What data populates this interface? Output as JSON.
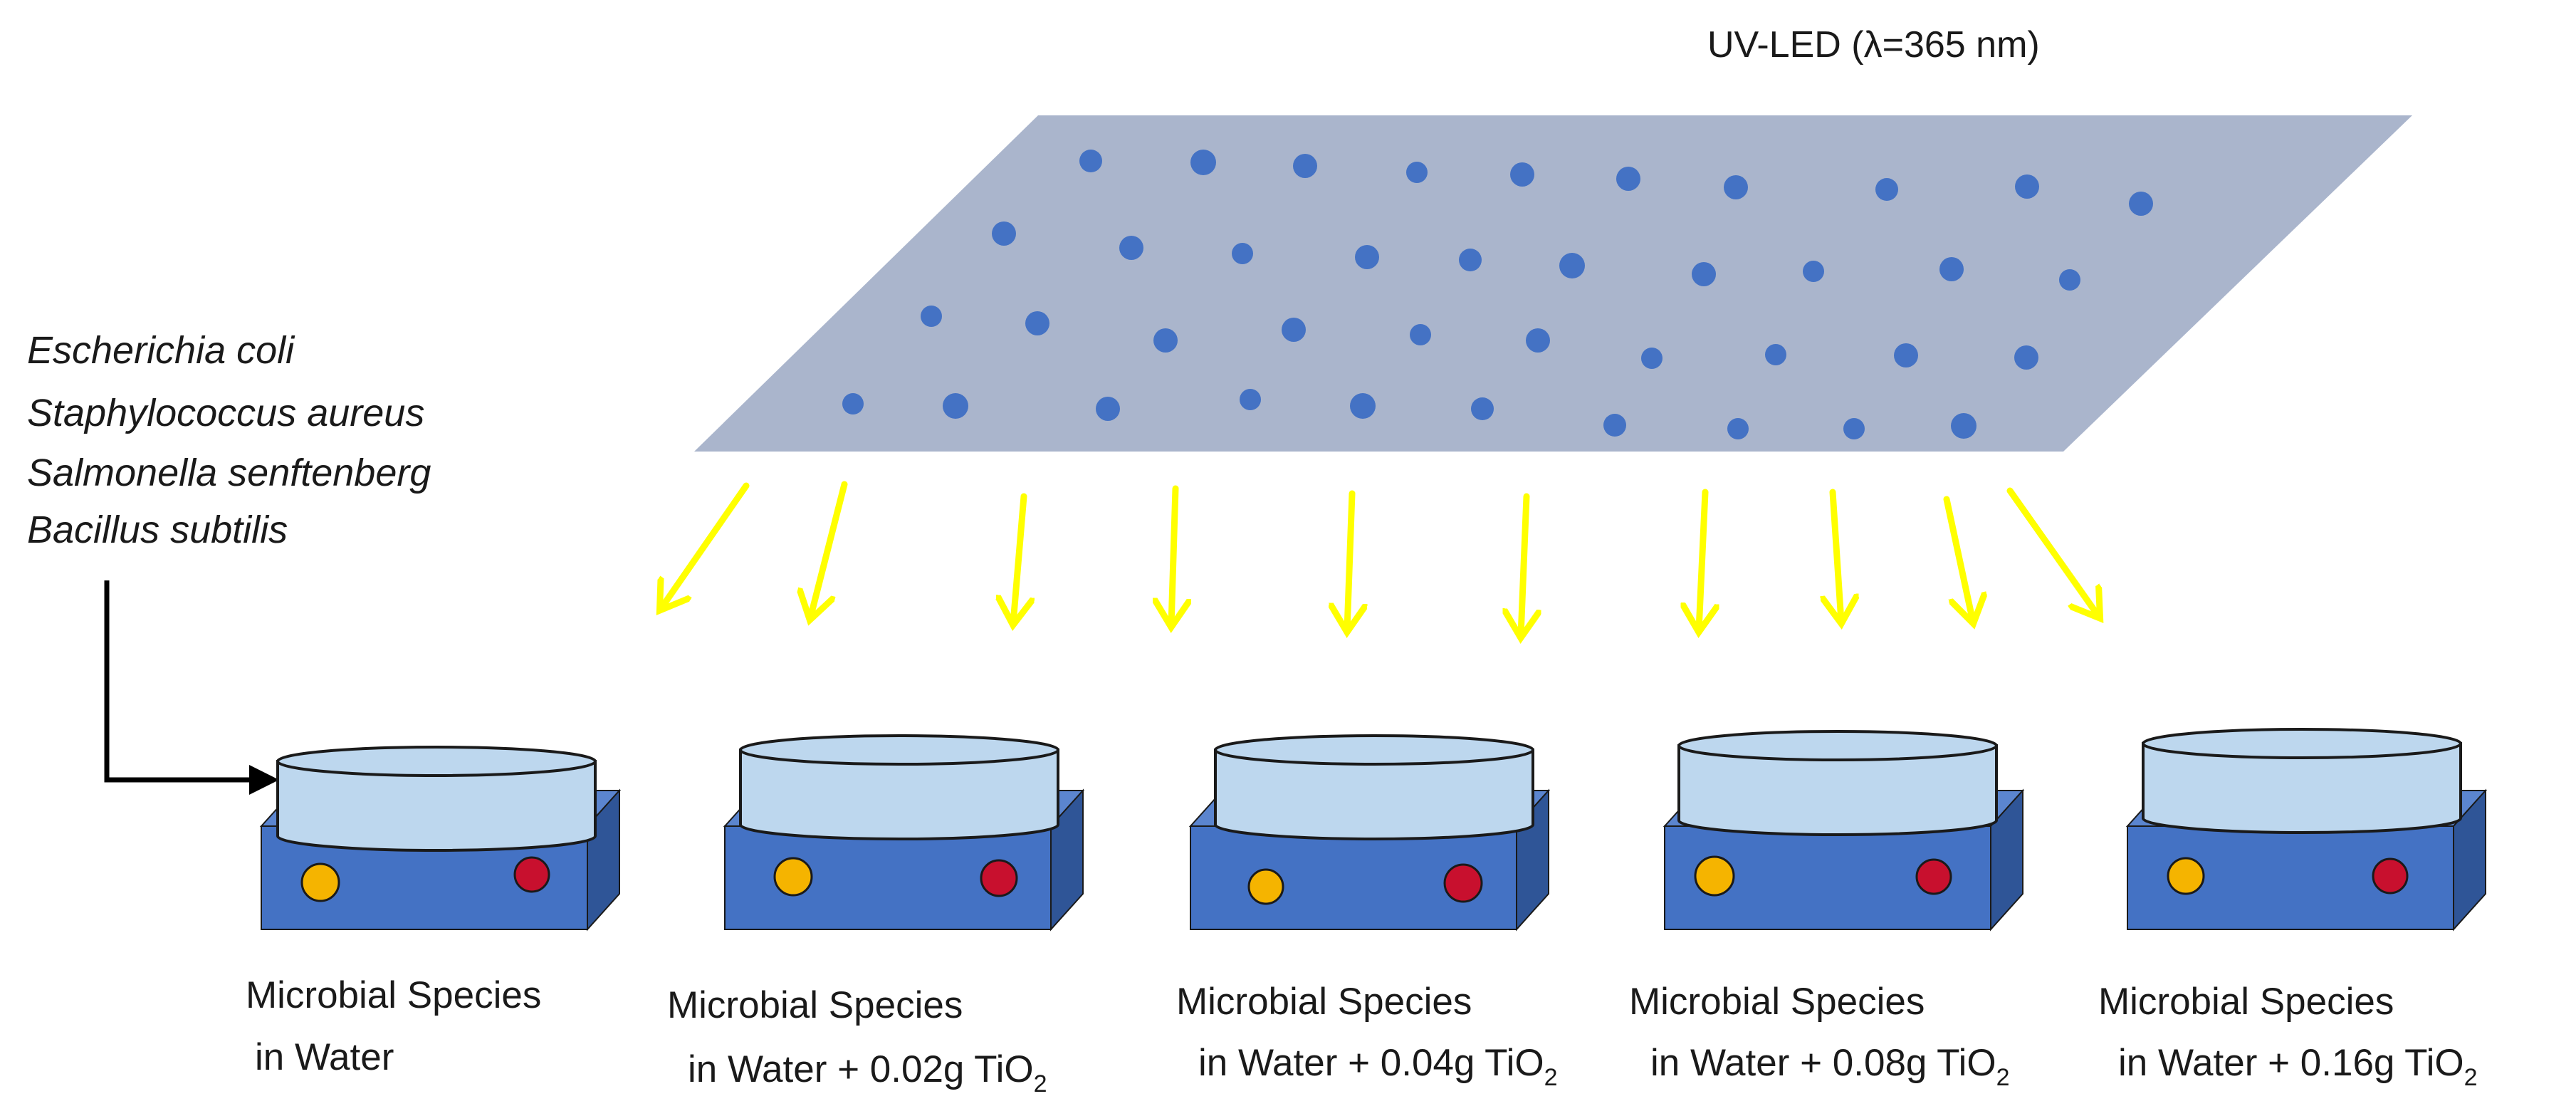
{
  "light_source": {
    "label": "UV-LED  (λ=365 nm)"
  },
  "species_list": [
    "Escherichia coli",
    "Staphylococcus aureus",
    "Salmonella senftenberg",
    "Bacillus subtilis"
  ],
  "stations": [
    {
      "line1": "Microbial Species",
      "line2_main": "in Water",
      "line2_sub": "",
      "knob_left": "#f5b400",
      "knob_right": "#c8102e"
    },
    {
      "line1": "Microbial Species",
      "line2_main": "in  Water + 0.02g TiO",
      "line2_sub": "2",
      "knob_left": "#f5b400",
      "knob_right": "#c8102e"
    },
    {
      "line1": "Microbial Species",
      "line2_main": "in  Water + 0.04g TiO",
      "line2_sub": "2",
      "knob_left": "#f5b400",
      "knob_right": "#c8102e"
    },
    {
      "line1": "Microbial Species",
      "line2_main": "in  Water + 0.08g TiO",
      "line2_sub": "2",
      "knob_left": "#f5b400",
      "knob_right": "#c8102e"
    },
    {
      "line1": "Microbial Species",
      "line2_main": "in  Water + 0.16g TiO",
      "line2_sub": "2",
      "knob_left": "#f5b400",
      "knob_right": "#c8102e"
    }
  ],
  "colors": {
    "panel": "#aab5cc",
    "led_dot": "#4472c4",
    "ray": "#ffff00",
    "stirrer_front": "#4472c4",
    "stirrer_top": "#5b85cf",
    "stirrer_side": "#2f5597",
    "dish_fill": "#bdd7ee",
    "outline": "#1a1a1a"
  }
}
